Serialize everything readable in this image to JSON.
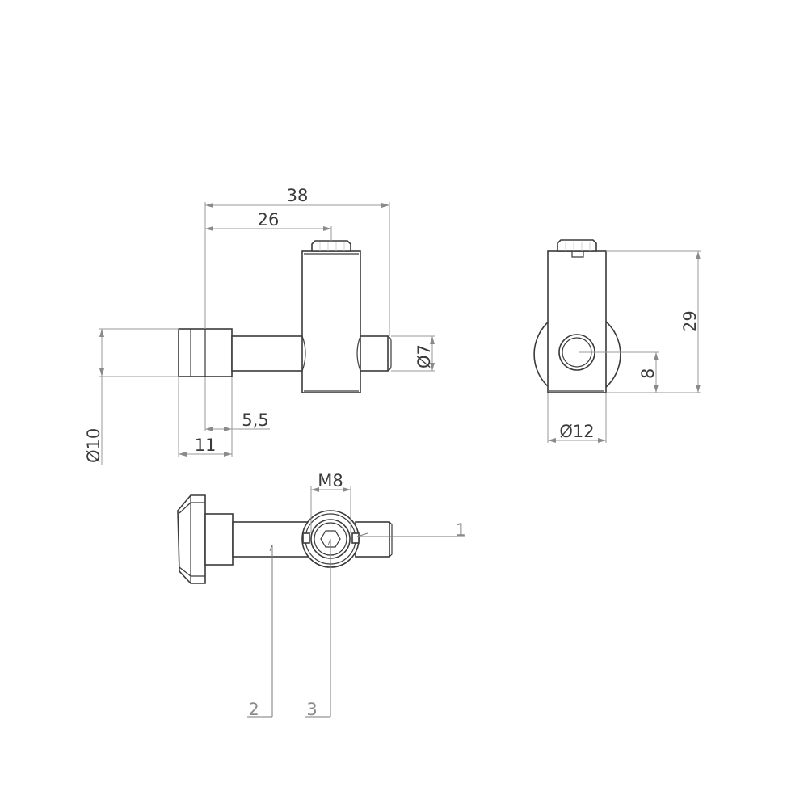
{
  "drawing": {
    "title": "Connector technical drawing",
    "colors": {
      "outline": "#3a3a3a",
      "dimension": "#9a9a9a",
      "leader": "#7a7a7a",
      "label": "#8a8a8a"
    },
    "front_view": {
      "dimensions": {
        "overall_length": "38",
        "to_axis": "26",
        "head_diameter": "Ø10",
        "head_length": "11",
        "head_offset": "5,5",
        "pin_diameter": "Ø7"
      }
    },
    "side_view": {
      "dimensions": {
        "height": "29",
        "hole_height": "8",
        "body_diameter": "Ø12"
      }
    },
    "top_view": {
      "dimensions": {
        "thread": "M8"
      },
      "part_labels": [
        "1",
        "2",
        "3"
      ]
    }
  }
}
